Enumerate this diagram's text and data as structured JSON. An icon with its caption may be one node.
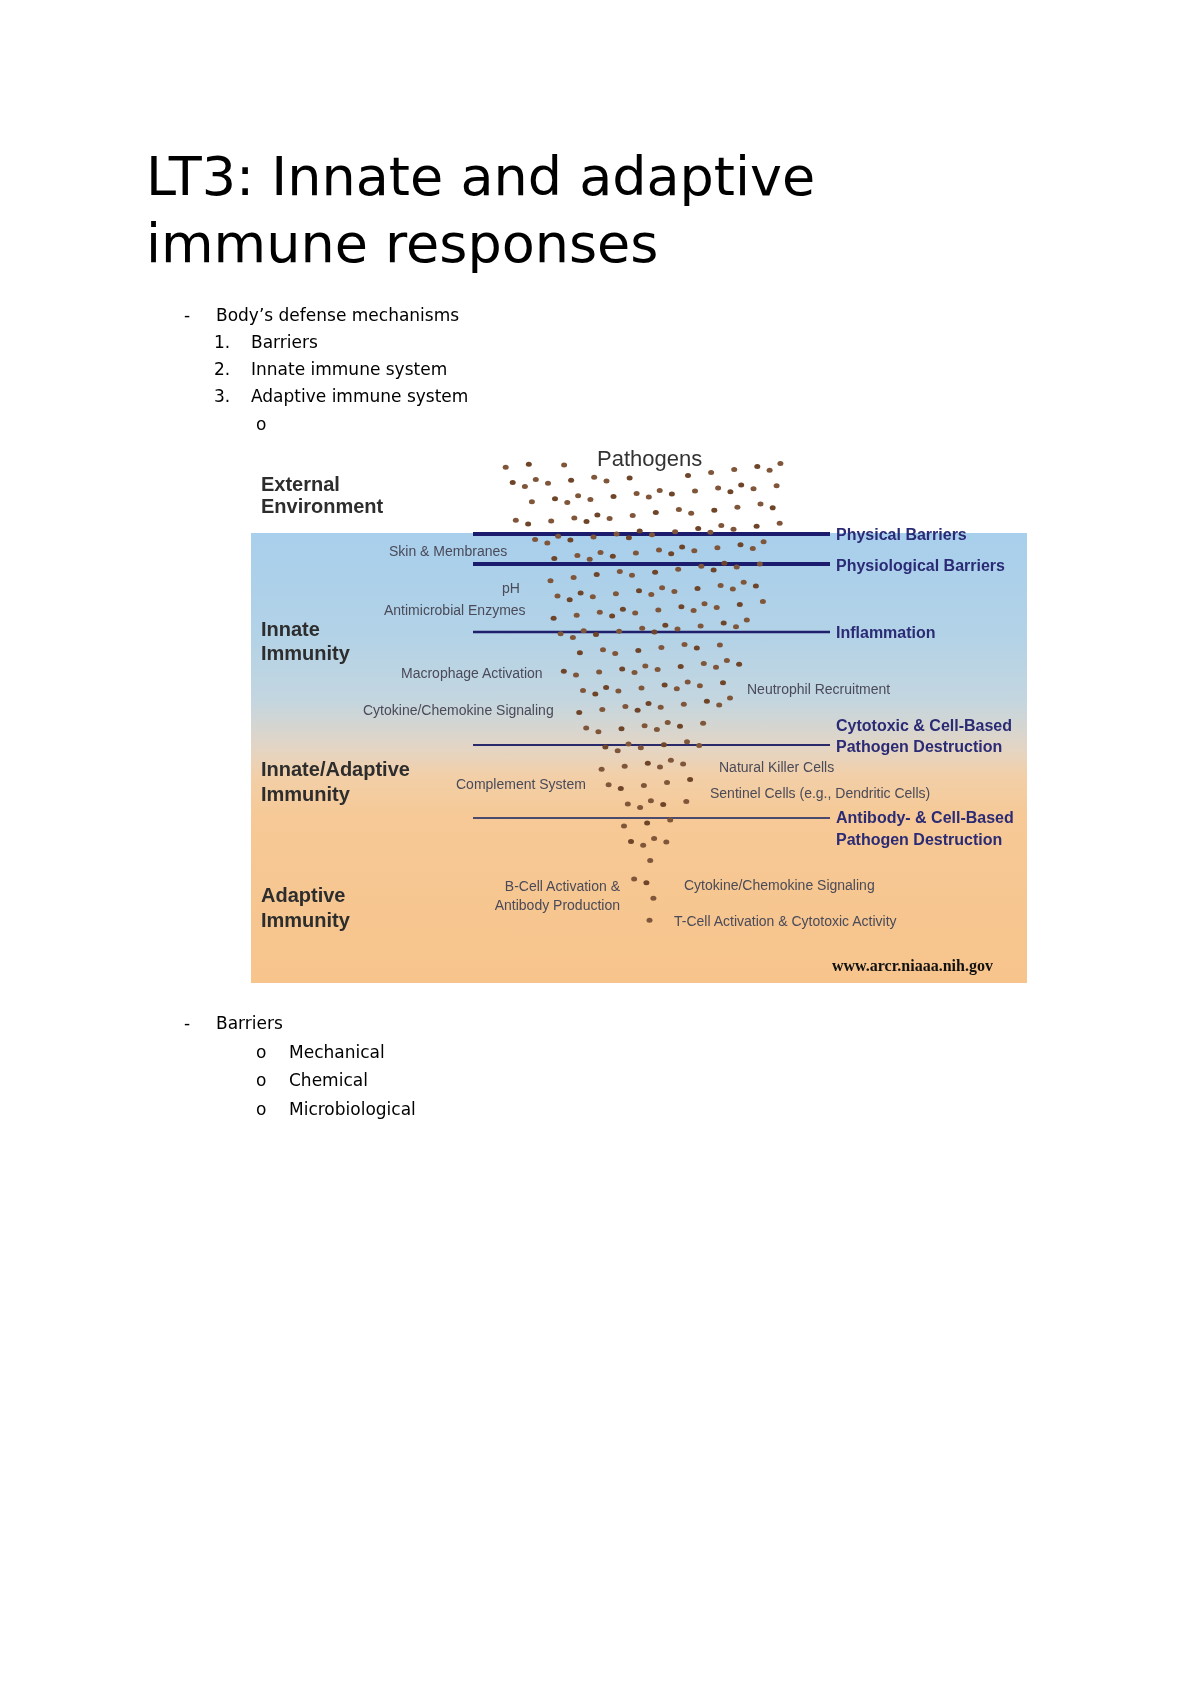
{
  "diagram": {
    "title": "LT3: Innate and adaptive immune responses",
    "labels": [
      "-",
      "Body’s defense mechanisms",
      "1.",
      "Barriers",
      "2.",
      "Innate immune system",
      "3.",
      "Adaptive immune system",
      "o",
      "Pathogens",
      "External Environment",
      "Physical Barriers",
      "Skin & Membranes",
      "Physiological Barriers",
      "pH",
      "Antimicrobial Enzymes",
      "Innate Immunity",
      "Inflammation",
      "Macrophage Activation",
      "Neutrophil Recruitment",
      "Cytokine/Chemokine Signaling",
      "Cytotoxic & Cell-Based Pathogen Destruction",
      "Innate/Adaptive Immunity",
      "Natural Killer Cells",
      "Complement System",
      "Sentinel Cells (e.g., Dendritic Cells)",
      "Antibody- & Cell-Based Pathogen Destruction",
      "Adaptive Immunity",
      "B-Cell Activation & Antibody Production",
      "Cytokine/Chemokine Signaling",
      "T-Cell Activation & Cytotoxic Activity",
      "www.arcr.niaaa.nih.gov",
      "-",
      "Barriers",
      "o",
      "Mechanical",
      "o",
      "Chemical",
      "o",
      "Microbiological"
    ]
  }
}
